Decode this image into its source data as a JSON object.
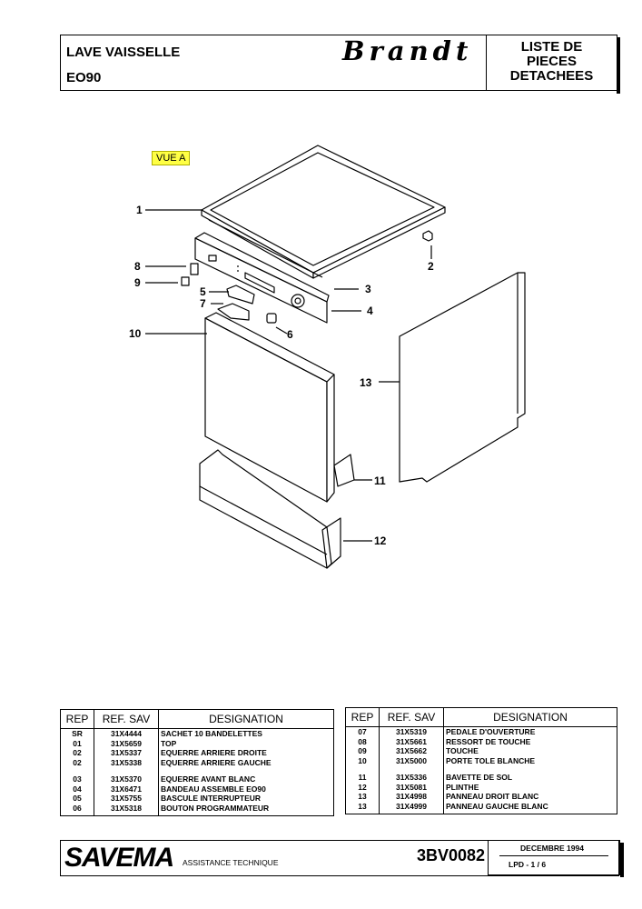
{
  "header": {
    "title_line1": "LAVE VAISSELLE",
    "title_line2": "EO90",
    "brand": "Brandt",
    "list_line1": "LISTE DE",
    "list_line2": "PIECES",
    "list_line3": "DETACHEES"
  },
  "diagram": {
    "view_label": "VUE A",
    "callouts": [
      "1",
      "2",
      "3",
      "4",
      "5",
      "6",
      "7",
      "8",
      "9",
      "10",
      "11",
      "12",
      "13"
    ]
  },
  "table_headers": {
    "rep": "REP",
    "ref": "REF. SAV",
    "designation": "DESIGNATION"
  },
  "left_table": [
    {
      "rep": "SR",
      "ref": "31X4444",
      "des": "SACHET 10 BANDELETTES"
    },
    {
      "rep": "01",
      "ref": "31X5659",
      "des": "TOP"
    },
    {
      "rep": "02",
      "ref": "31X5337",
      "des": "EQUERRE ARRIERE DROITE"
    },
    {
      "rep": "02",
      "ref": "31X5338",
      "des": "EQUERRE ARRIERE GAUCHE"
    },
    {
      "rep": "03",
      "ref": "31X5370",
      "des": "EQUERRE AVANT BLANC"
    },
    {
      "rep": "04",
      "ref": "31X6471",
      "des": "BANDEAU ASSEMBLE EO90"
    },
    {
      "rep": "05",
      "ref": "31X5755",
      "des": "BASCULE INTERRUPTEUR"
    },
    {
      "rep": "06",
      "ref": "31X5318",
      "des": "BOUTON PROGRAMMATEUR"
    }
  ],
  "right_table": [
    {
      "rep": "07",
      "ref": "31X5319",
      "des": "PEDALE D'OUVERTURE"
    },
    {
      "rep": "08",
      "ref": "31X5661",
      "des": "RESSORT DE TOUCHE"
    },
    {
      "rep": "09",
      "ref": "31X5662",
      "des": "TOUCHE"
    },
    {
      "rep": "10",
      "ref": "31X5000",
      "des": "PORTE TOLE BLANCHE"
    },
    {
      "rep": "11",
      "ref": "31X5336",
      "des": "BAVETTE DE SOL"
    },
    {
      "rep": "12",
      "ref": "31X5081",
      "des": "PLINTHE"
    },
    {
      "rep": "13",
      "ref": "31X4998",
      "des": "PANNEAU DROIT BLANC"
    },
    {
      "rep": "13",
      "ref": "31X4999",
      "des": "PANNEAU GAUCHE BLANC"
    }
  ],
  "footer": {
    "company": "SAVEMA",
    "subtitle": "ASSISTANCE TECHNIQUE",
    "doc_number": "3BV0082",
    "date": "DECEMBRE 1994",
    "page": "LPD -    1 / 6"
  }
}
